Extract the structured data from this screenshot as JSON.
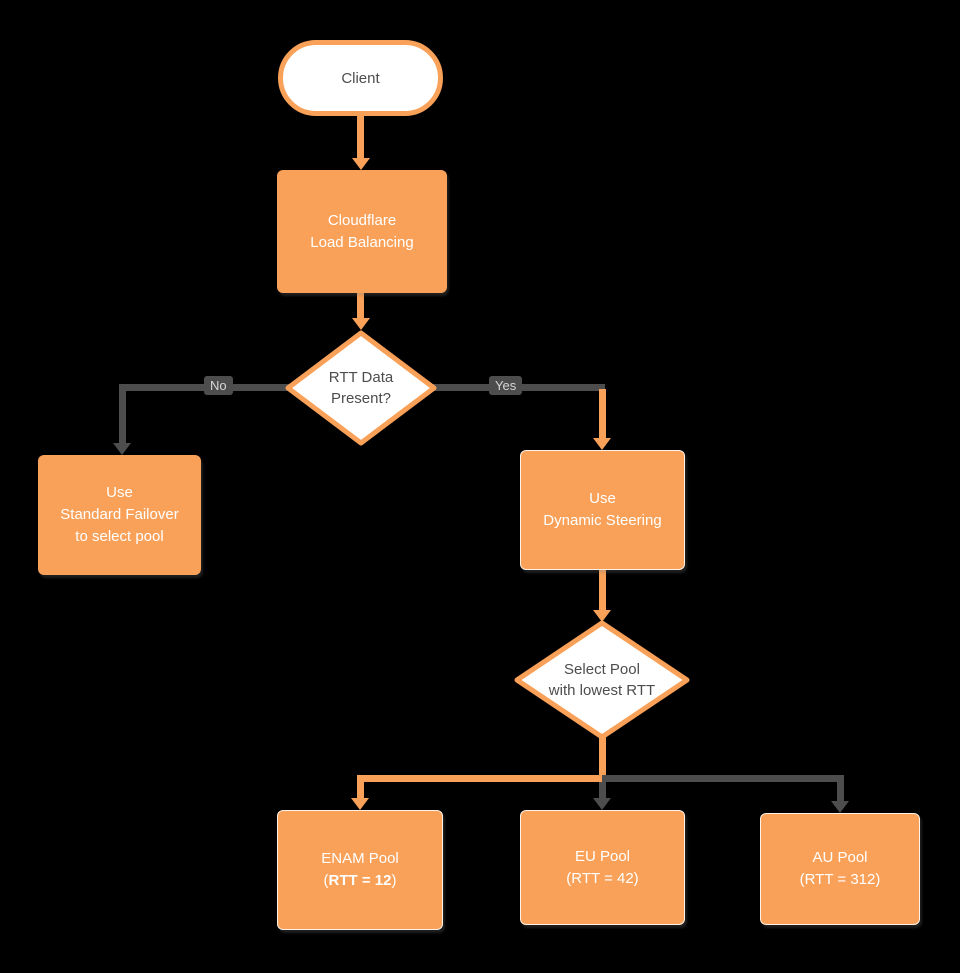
{
  "colors": {
    "background": "#000000",
    "orange": "#F9A159",
    "edge_gray": "#4D4D4D",
    "text_dark": "#4D4D4D",
    "box_text": "#FFFFFF",
    "edge_label_text": "#D6D6D6"
  },
  "nodes": {
    "client": {
      "label": "Client"
    },
    "load_balancer": {
      "lines": [
        "Cloudflare",
        "Load Balancing"
      ]
    },
    "rtt_decision": {
      "lines": [
        "RTT Data",
        "Present?"
      ]
    },
    "standard_failover": {
      "lines": [
        "Use",
        "Standard Failover",
        "to select pool"
      ]
    },
    "dynamic_steering": {
      "lines": [
        "Use",
        "Dynamic Steering"
      ]
    },
    "select_pool": {
      "lines": [
        "Select Pool",
        "with lowest RTT"
      ]
    },
    "enam_pool": {
      "line1": "ENAM Pool",
      "line2_prefix": "(",
      "line2_bold": "RTT = 12",
      "line2_suffix": ")"
    },
    "eu_pool": {
      "lines": [
        "EU Pool",
        "(RTT = 42)"
      ]
    },
    "au_pool": {
      "lines": [
        "AU Pool",
        "(RTT = 312)"
      ]
    }
  },
  "edges": {
    "no_label": "No",
    "yes_label": "Yes"
  }
}
